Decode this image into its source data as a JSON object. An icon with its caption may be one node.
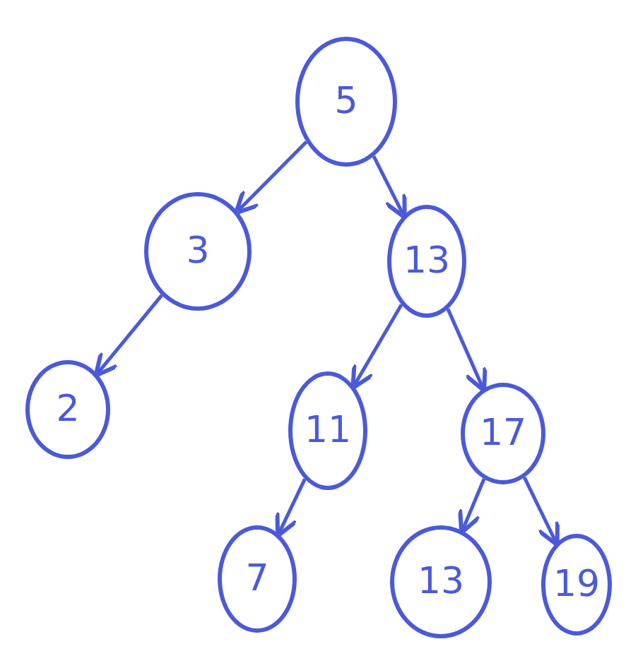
{
  "diagram": {
    "nodes": [
      {
        "text": [
          "5"
        ]
      },
      {
        "text": [
          "3"
        ]
      },
      {
        "text": [
          "13"
        ]
      },
      {
        "text": [
          "2"
        ]
      },
      {
        "text": [
          "11"
        ]
      },
      {
        "text": [
          "17"
        ]
      },
      {
        "text": [
          "7"
        ]
      },
      {
        "text": [
          "13"
        ]
      },
      {
        "text": [
          "19"
        ]
      }
    ],
    "edges": [
      {
        "from": 0,
        "to": 1,
        "arrow": "to"
      },
      {
        "from": 0,
        "to": 2,
        "arrow": "to"
      },
      {
        "from": 1,
        "to": 3,
        "arrow": "to"
      },
      {
        "from": 2,
        "to": 4,
        "arrow": "to"
      },
      {
        "from": 2,
        "to": 5,
        "arrow": "to"
      },
      {
        "from": 4,
        "to": 6,
        "arrow": "to"
      },
      {
        "from": 5,
        "to": 7,
        "arrow": "to"
      },
      {
        "from": 5,
        "to": 8,
        "arrow": "to"
      }
    ]
  }
}
